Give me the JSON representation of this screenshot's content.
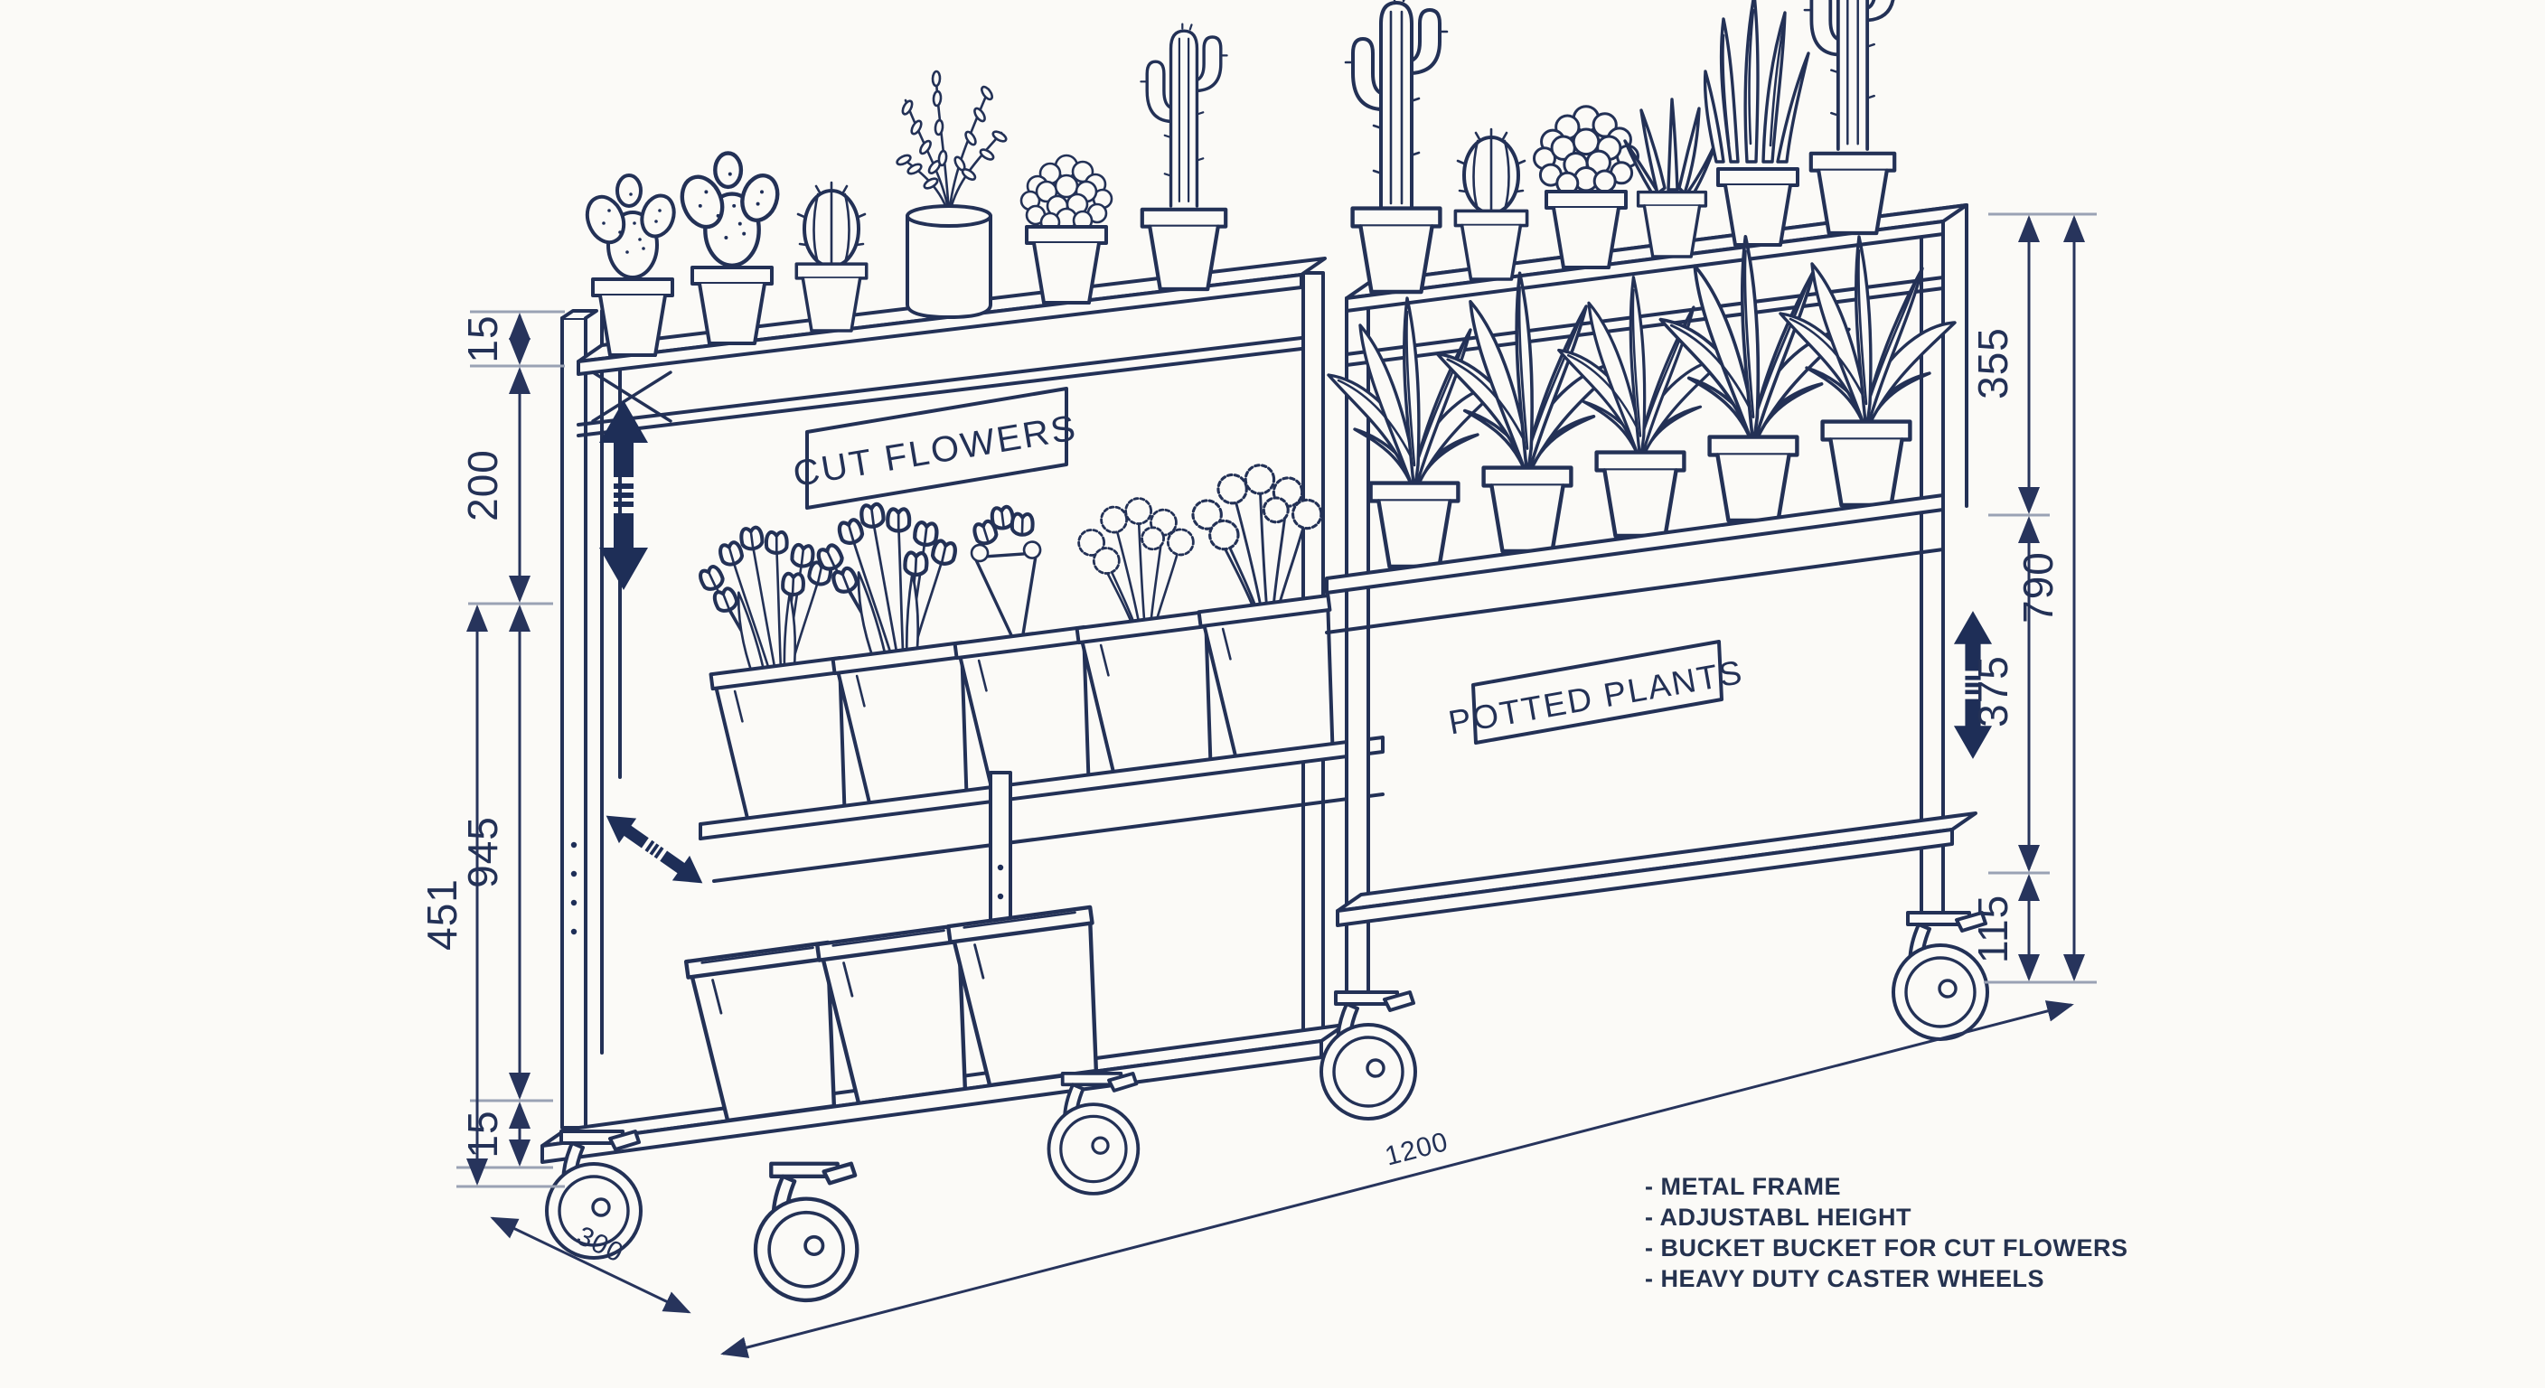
{
  "drawing": {
    "type": "technical-line-drawing",
    "subject": "florist flower display cart with plants"
  },
  "signs": {
    "cut_flowers": "CUT FLOWERS",
    "potted_plants": "POTTED PLANTS"
  },
  "dimensions": {
    "left": {
      "top_rail": "15",
      "upper_section": "200",
      "frame_height": "945",
      "lower_span": "451",
      "caster_gap": "15"
    },
    "right": {
      "upper_shelf": "355",
      "overall_height": "790",
      "mid_section": "375",
      "caster_height": "115"
    },
    "base": {
      "depth": "300",
      "width": "1200"
    }
  },
  "notes": {
    "items": [
      "- METAL FRAME",
      "- ADJUSTABL HEIGHT",
      "- BUCKET BUCKET FOR CUT FLOWERS",
      "- HEAVY DUTY CASTER WHEELS"
    ]
  },
  "colors": {
    "ink": "#233156",
    "arrow": "#1e2e57",
    "background": "#fbfaf7",
    "tick": "#9aa2b4"
  }
}
